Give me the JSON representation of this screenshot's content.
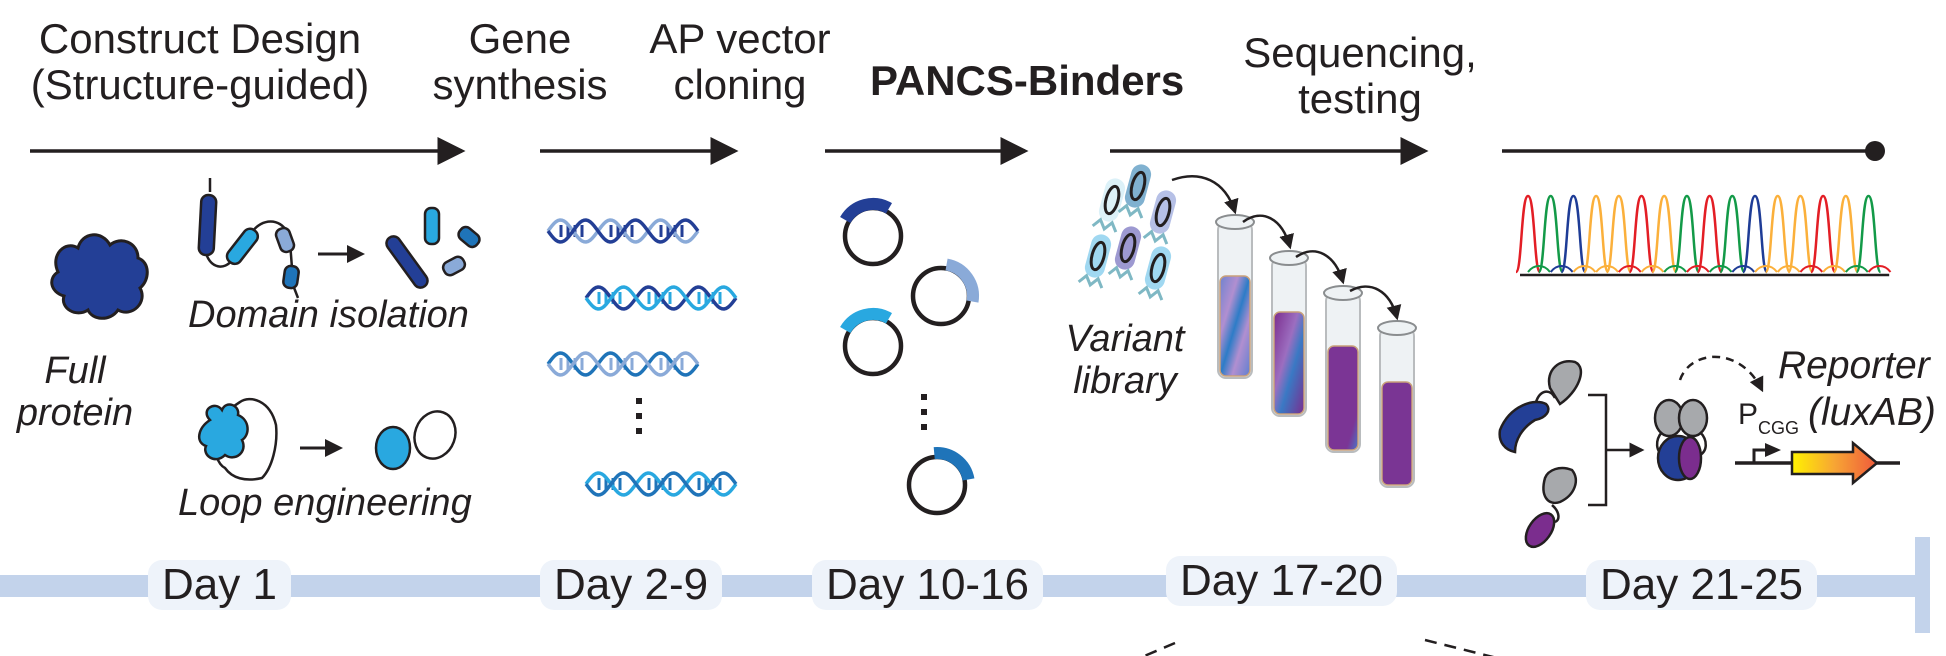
{
  "stages": [
    {
      "id": "construct",
      "title_lines": [
        "Construct Design",
        "(Structure-guided)"
      ],
      "bold": false,
      "day": "Day 1"
    },
    {
      "id": "gene",
      "title_lines": [
        "Gene",
        "synthesis"
      ],
      "bold": false,
      "day": "Day 2-9"
    },
    {
      "id": "ap",
      "title_lines": [
        "AP vector",
        "cloning"
      ],
      "bold": false,
      "day": "Day 10-16"
    },
    {
      "id": "pancs",
      "title_lines": [
        "PANCS-Binders"
      ],
      "bold": true,
      "day": "Day 17-20"
    },
    {
      "id": "seq",
      "title_lines": [
        "Sequencing,",
        "testing"
      ],
      "bold": false,
      "day": "Day 21-25"
    }
  ],
  "labels": {
    "full_protein": [
      "Full",
      "protein"
    ],
    "domain_isolation": "Domain isolation",
    "loop_engineering": "Loop engineering",
    "variant_library": [
      "Variant",
      "library"
    ],
    "reporter": "Reporter",
    "promoter_main": "P",
    "promoter_sub": "CGG",
    "reporter_gene": "(luxAB)"
  },
  "colors": {
    "navy": "#233f96",
    "mid_blue": "#1f74b9",
    "sky_blue": "#29a8e0",
    "light_blue": "#8aaad8",
    "purple": "#7b2d8e",
    "gray": "#a7a9ac",
    "timeline": "#c3d3eb",
    "trace_red": "#e31e25",
    "trace_green": "#139a48",
    "trace_blue": "#1e3c96",
    "trace_orange": "#fbb03b"
  },
  "chromatogram_peaks": [
    "red",
    "green",
    "blue",
    "orange",
    "orange",
    "red",
    "orange",
    "green",
    "red",
    "green",
    "blue",
    "orange",
    "orange",
    "red",
    "orange",
    "green"
  ]
}
